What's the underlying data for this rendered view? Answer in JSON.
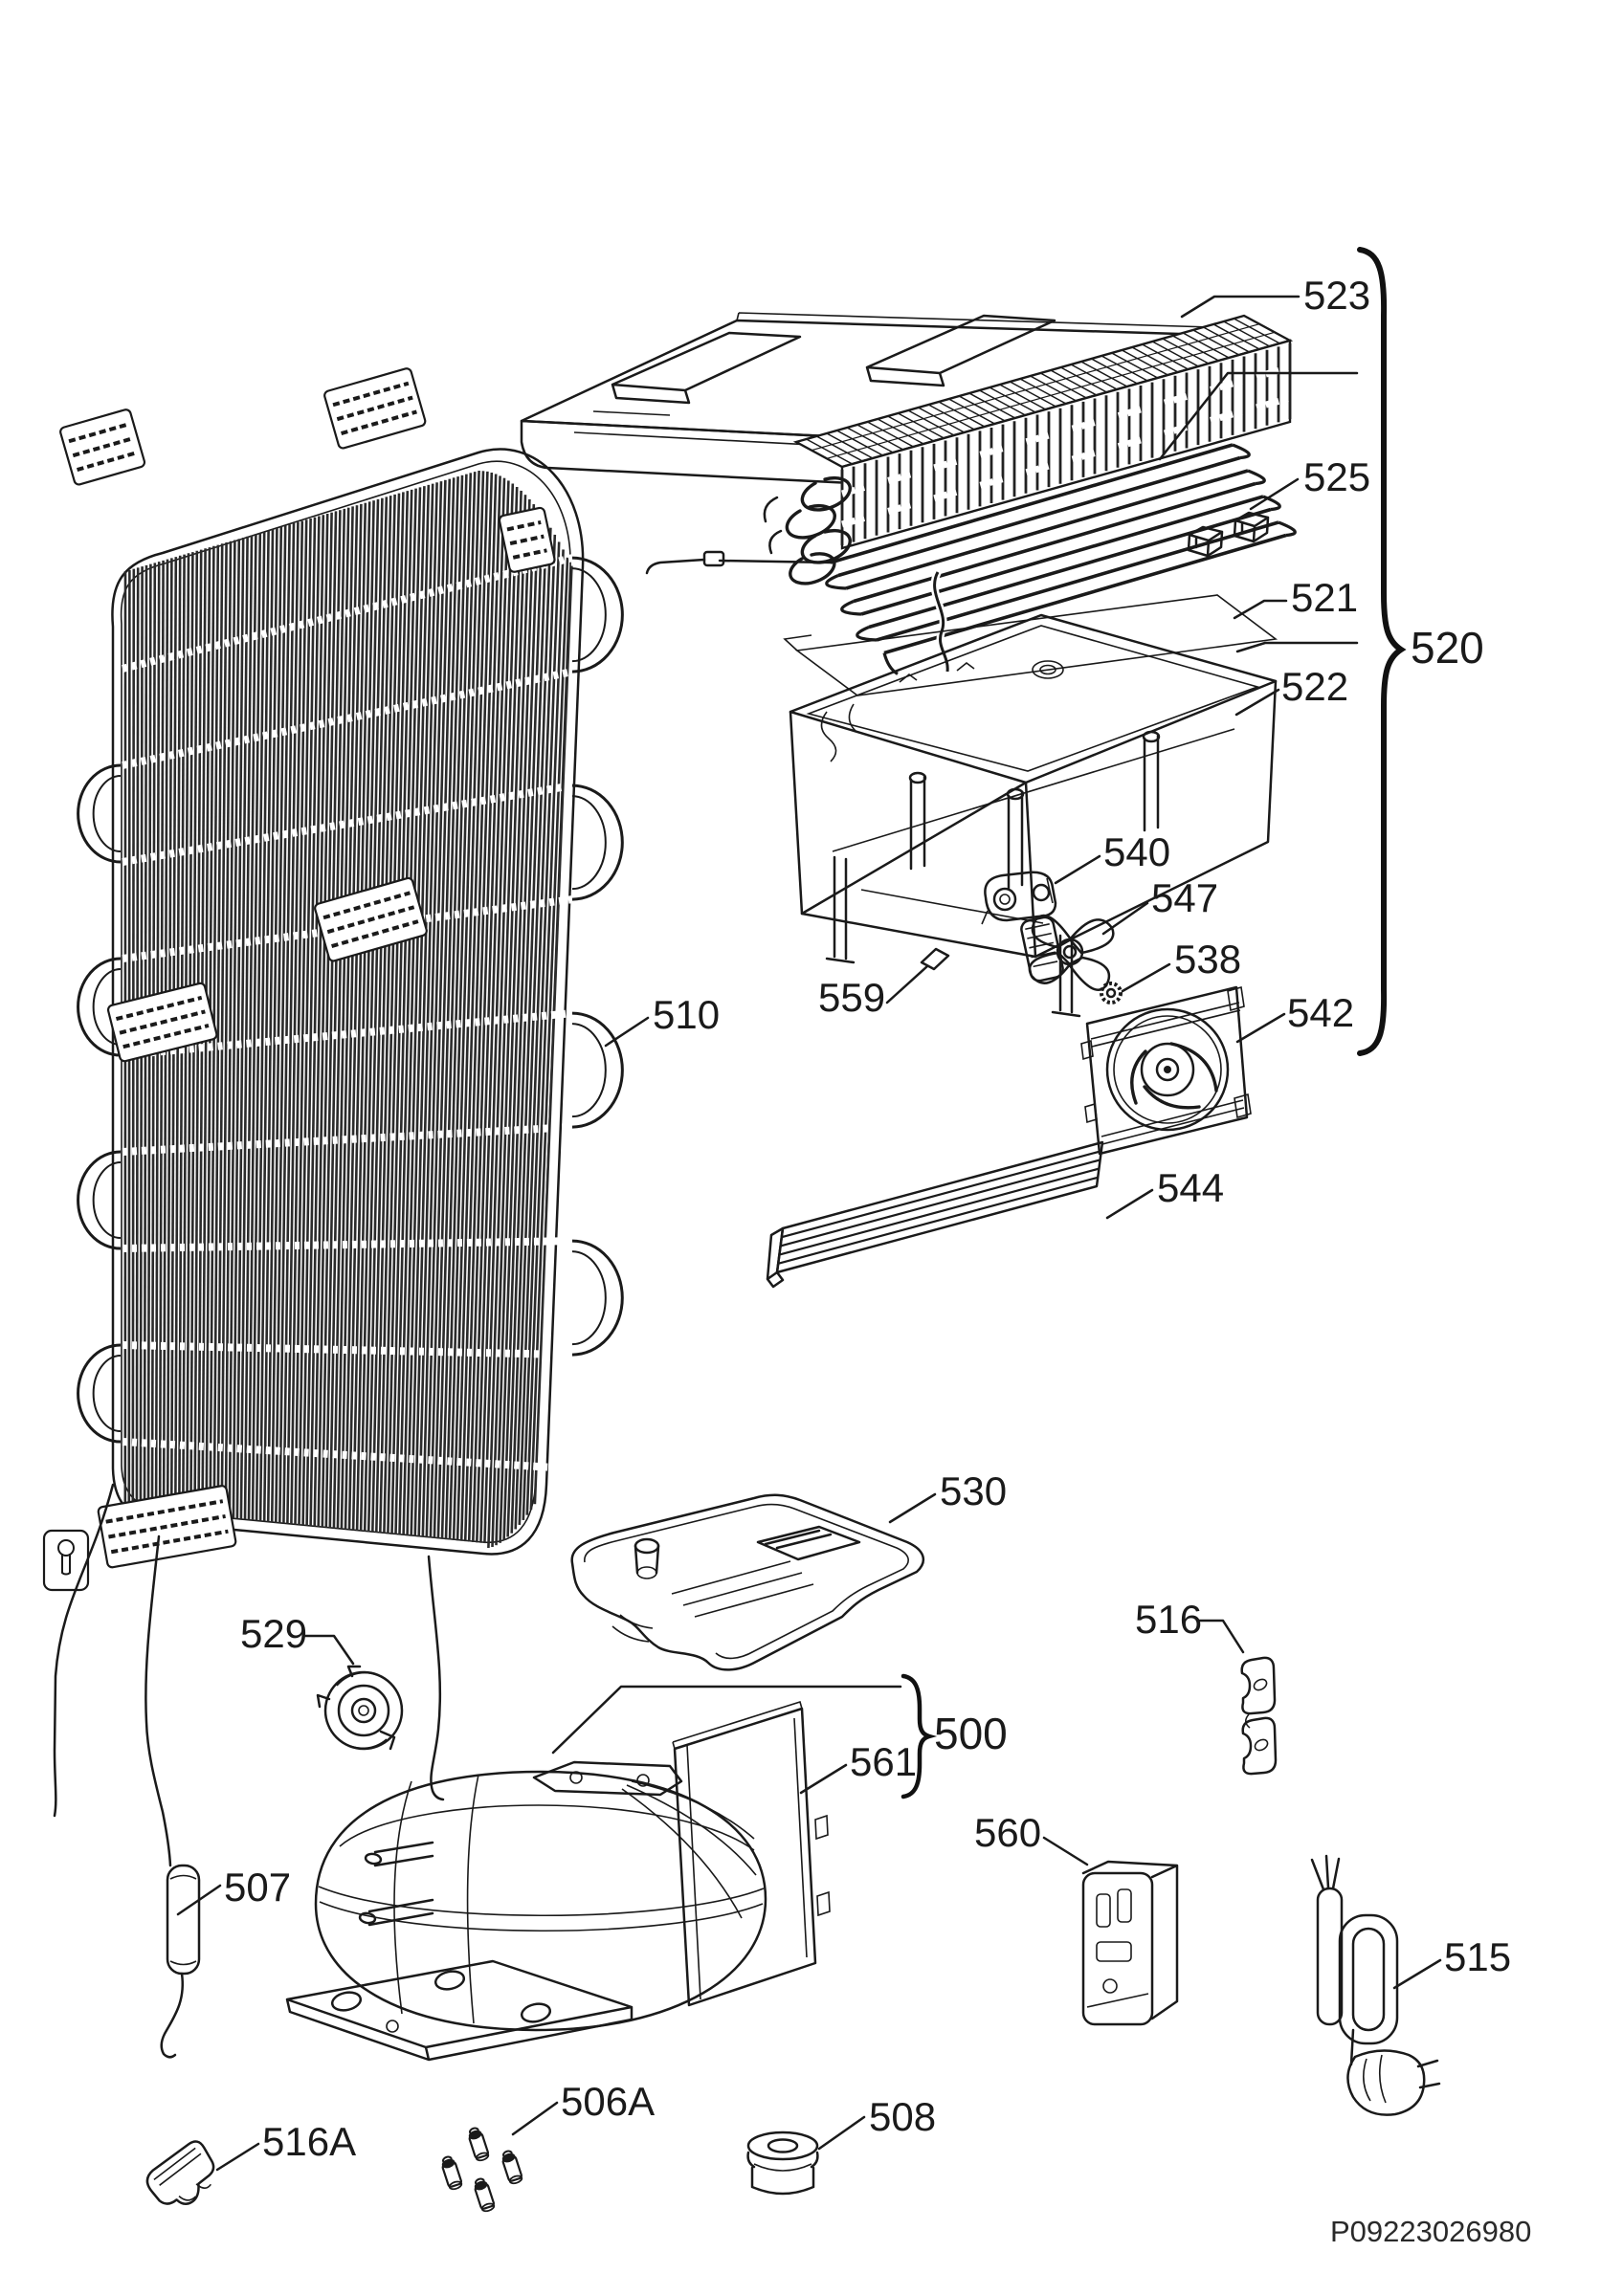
{
  "diagram": {
    "doc_code": "P09223026980",
    "line_color": "#1a1a1a",
    "background": "#ffffff",
    "group_callouts": [
      {
        "label": "520"
      },
      {
        "label": "500"
      }
    ],
    "part_callouts": [
      {
        "label": "523"
      },
      {
        "label": "525"
      },
      {
        "label": "521"
      },
      {
        "label": "522"
      },
      {
        "label": "540"
      },
      {
        "label": "547"
      },
      {
        "label": "538"
      },
      {
        "label": "559"
      },
      {
        "label": "542"
      },
      {
        "label": "544"
      },
      {
        "label": "510"
      },
      {
        "label": "530"
      },
      {
        "label": "529"
      },
      {
        "label": "561"
      },
      {
        "label": "560"
      },
      {
        "label": "516"
      },
      {
        "label": "515"
      },
      {
        "label": "507"
      },
      {
        "label": "516A"
      },
      {
        "label": "506A"
      },
      {
        "label": "508"
      }
    ]
  }
}
